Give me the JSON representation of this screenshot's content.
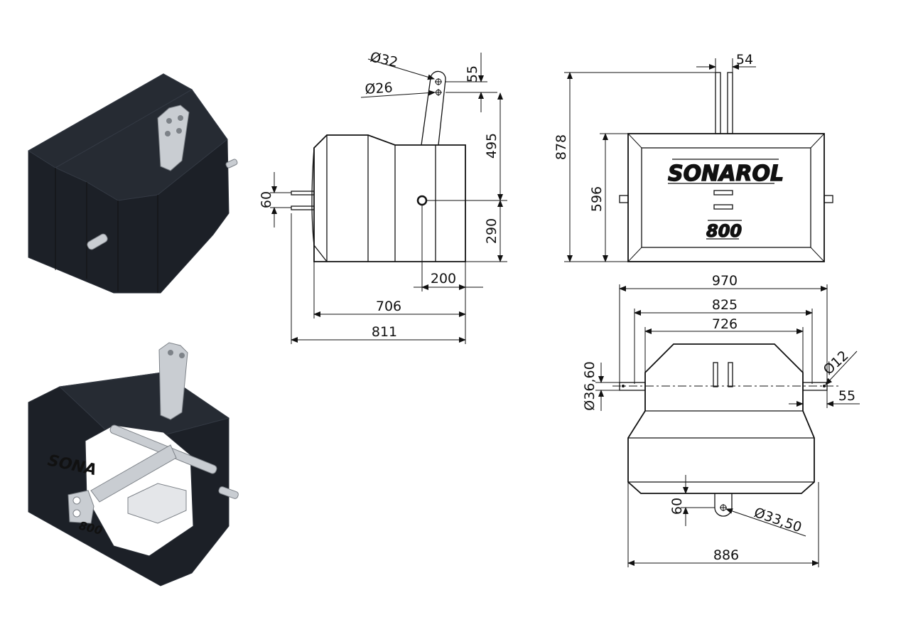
{
  "drawing": {
    "brand_text": "SONAROL",
    "model_text": "800",
    "iso_brand_partial": "SONA",
    "iso_model_partial": "800"
  },
  "side_view": {
    "dia_top": "Ø32",
    "dia_bottom": "Ø26",
    "dim_55": "55",
    "dim_495": "495",
    "dim_290": "290",
    "dim_60": "60",
    "dim_200": "200",
    "dim_706": "706",
    "dim_811": "811"
  },
  "front_view": {
    "dim_54": "54",
    "dim_878": "878",
    "dim_596": "596"
  },
  "top_view": {
    "dim_970": "970",
    "dim_825": "825",
    "dim_726": "726",
    "dia_pin": "Ø12",
    "dim_55": "55",
    "dia_36": "Ø36,60",
    "dim_60": "60",
    "dia_33": "Ø33,50",
    "dim_886": "886"
  },
  "colors": {
    "body_dark": "#1c2027",
    "steel": "#c9cdd2",
    "line": "#111111"
  }
}
